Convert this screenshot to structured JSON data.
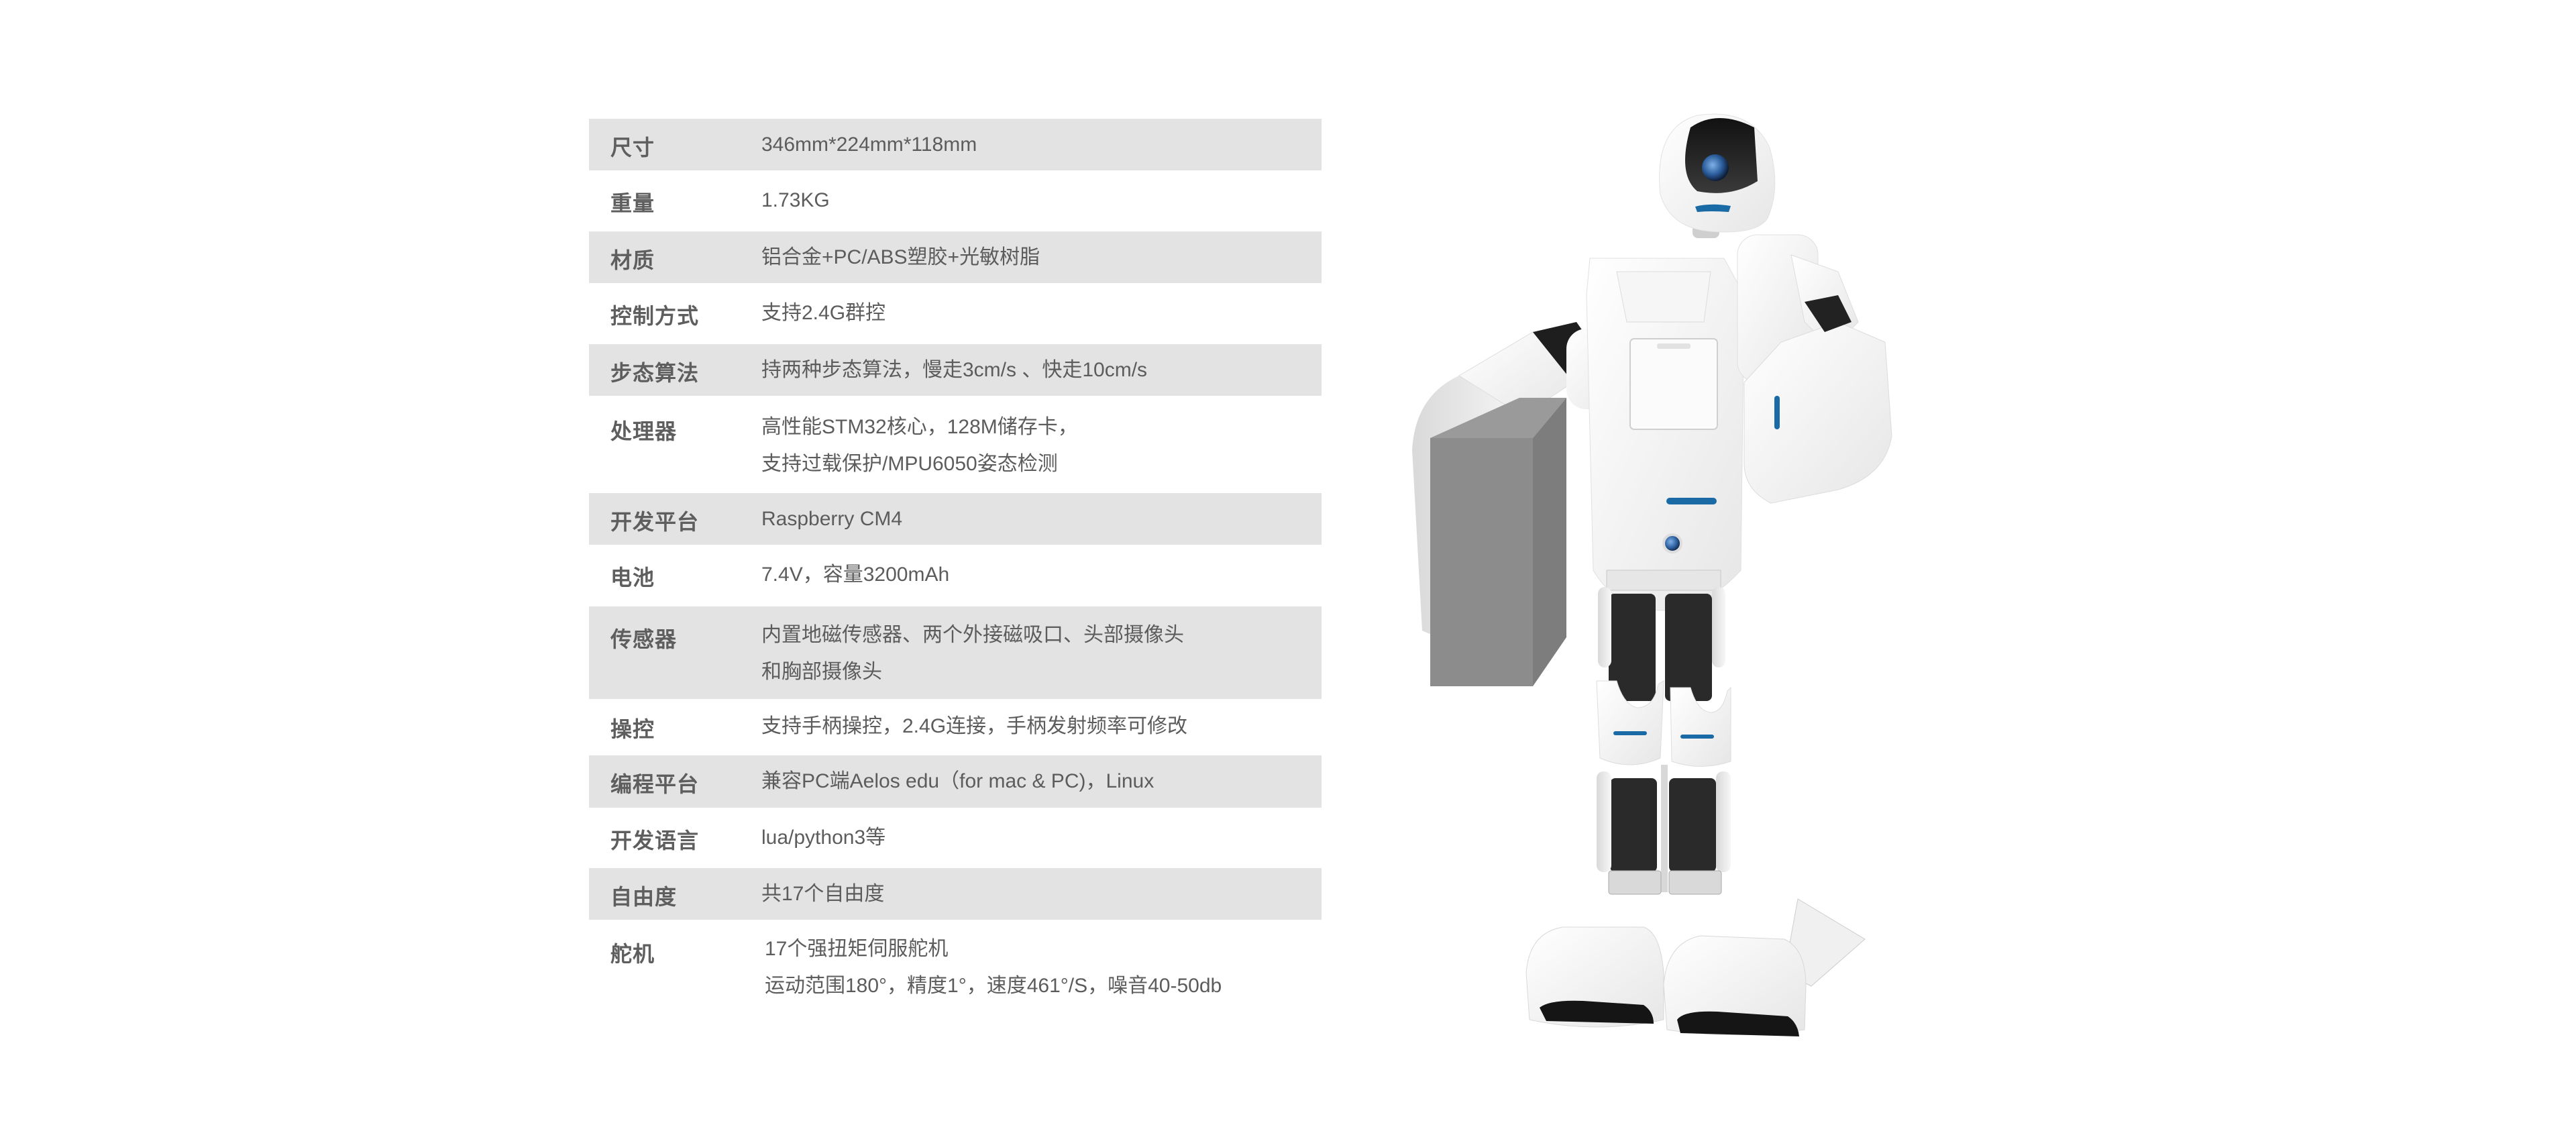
{
  "spec_table": {
    "rows": [
      {
        "label": "尺寸",
        "lines": [
          "346mm*224mm*118mm"
        ]
      },
      {
        "label": "重量",
        "lines": [
          "1.73KG"
        ]
      },
      {
        "label": "材质",
        "lines": [
          "铝合金+PC/ABS塑胶+光敏树脂"
        ]
      },
      {
        "label": "控制方式",
        "lines": [
          "支持2.4G群控"
        ]
      },
      {
        "label": "步态算法",
        "lines": [
          "持两种步态算法，慢走3cm/s 、快走10cm/s"
        ]
      },
      {
        "label": "处理器",
        "lines": [
          "高性能STM32核心，128M储存卡，",
          "支持过载保护/MPU6050姿态检测"
        ]
      },
      {
        "label": "开发平台",
        "lines": [
          "Raspberry CM4"
        ]
      },
      {
        "label": "电池",
        "lines": [
          "7.4V，容量3200mAh"
        ]
      },
      {
        "label": "传感器",
        "lines": [
          "内置地磁传感器、两个外接磁吸口、头部摄像头",
          "和胸部摄像头"
        ]
      },
      {
        "label": "操控",
        "lines": [
          "支持手柄操控，2.4G连接，手柄发射频率可修改"
        ]
      },
      {
        "label": "编程平台",
        "lines": [
          "兼容PC端Aelos edu（for mac & PC)，Linux"
        ]
      },
      {
        "label": "开发语言",
        "lines": [
          "lua/python3等"
        ]
      },
      {
        "label": "自由度",
        "lines": [
          "共17个自由度"
        ]
      },
      {
        "label": "舵机",
        "lines": [
          "17个强扭矩伺服舵机",
          "运动范围180°，精度1°，速度461°/S，噪音40-50db"
        ]
      }
    ]
  },
  "product_image": {
    "subject": "humanoid-robot-holding-foam-block",
    "colors": {
      "shell": "#f4f4f4",
      "servo": "#2a2a2a",
      "accent": "#1a6aa6",
      "foam": "#8a8a8a"
    }
  },
  "colors": {
    "row_shade": "#e3e3e3",
    "label_text": "#5e5e5e",
    "value_text": "#5c5c5c",
    "background": "#ffffff"
  }
}
